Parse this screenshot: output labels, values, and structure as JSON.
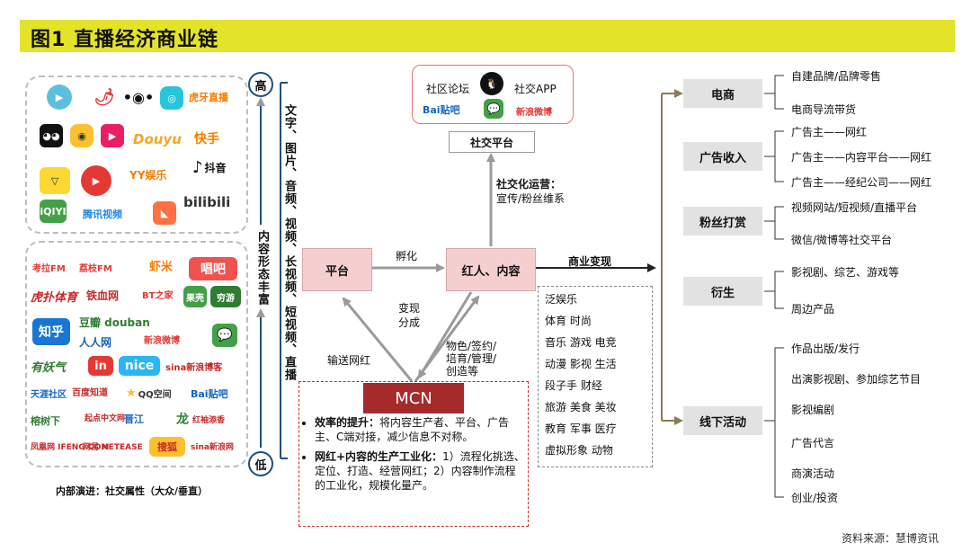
{
  "title": "图1  直播经济商业链",
  "scale": {
    "high": "高",
    "low": "低"
  },
  "vertical_caption": "文字、图片、音频、视频、长视频、短视频、直播",
  "vertical_caption_side": "内容形态丰富",
  "bottom_caption": "内部演进：社交属性（大众/垂直）",
  "source": "资料来源：慧博资讯",
  "live_logos": [
    "虎牙直播",
    "Douyu",
    "快手",
    "YY娱乐",
    "抖音",
    "bilibili",
    "iQIYI",
    "腾讯视频"
  ],
  "content_logos": [
    "考拉FM",
    "荔枝FM",
    "虾米",
    "唱吧",
    "虎扑体育",
    "铁血网",
    "BT之家",
    "果壳",
    "穷游",
    "知乎",
    "豆瓣 douban",
    "人人网",
    "新浪微博",
    "有妖气",
    "in",
    "nice",
    "sina新浪博客",
    "天涯社区",
    "百度知道",
    "QQ空间",
    "Bai贴吧",
    "榕树下",
    "起点中文网",
    "晋江",
    "龙",
    "红袖添香",
    "凤凰网 IFENG.COM",
    "网易 NETEASE",
    "搜狐",
    "sina新浪网"
  ],
  "social": {
    "forum": "社区论坛",
    "app": "社交APP",
    "label": "社交平台",
    "logo_tieba": "Bai贴吧",
    "logo_weibo": "新浪微博"
  },
  "nodes": {
    "platform": "平台",
    "kol": "红人、内容",
    "mcn": "MCN"
  },
  "edges": {
    "incubate": "孵化",
    "social_ops_title": "社交化运营：",
    "social_ops_body": "宣传/粉丝维系",
    "monetize_share": [
      "变现",
      "分成"
    ],
    "deliver": "输送网红",
    "mcn_roles": [
      "物色/签约/",
      "培育/管理/",
      "创造等"
    ],
    "biz": "商业变现"
  },
  "mcn_notes": [
    {
      "bold": "效率的提升：",
      "text": "将内容生产者、平台、广告主、C端对接，减少信息不对称。"
    },
    {
      "bold": "网红+内容的生产工业化：",
      "text": "1）流程化挑选、定位、打造、经营网红；2）内容制作流程的工业化，规模化量产。"
    }
  ],
  "genres": [
    "泛娱乐",
    "体育 时尚",
    "音乐 游戏 电竞",
    "动漫 影视 生活",
    "段子手 财经",
    "旅游 美食 美妆",
    "教育 军事 医疗",
    "虚拟形象 动物"
  ],
  "revenue": [
    {
      "label": "电商",
      "items": [
        "自建品牌/品牌零售",
        "电商导流带货"
      ]
    },
    {
      "label": "广告收入",
      "items": [
        "广告主——网红",
        "广告主——内容平台——网红",
        "广告主——经纪公司——网红"
      ]
    },
    {
      "label": "粉丝打赏",
      "items": [
        "视频网站/短视频/直播平台",
        "微信/微博等社交平台"
      ]
    },
    {
      "label": "衍生",
      "items": [
        "影视剧、综艺、游戏等",
        "周边产品"
      ]
    },
    {
      "label": "线下活动",
      "items": [
        "作品出版/发行",
        "出演影视剧、参加综艺节目",
        "影视编剧",
        "广告代言",
        "商演活动",
        "创业/投资"
      ]
    }
  ],
  "colors": {
    "title_bar": "#e3e32a",
    "pink": "#f5cfd0",
    "mcn": "#a52a2a",
    "grey": "#e2e2e2",
    "brown_line": "#8b7d55",
    "navy": "#1f4e79"
  }
}
